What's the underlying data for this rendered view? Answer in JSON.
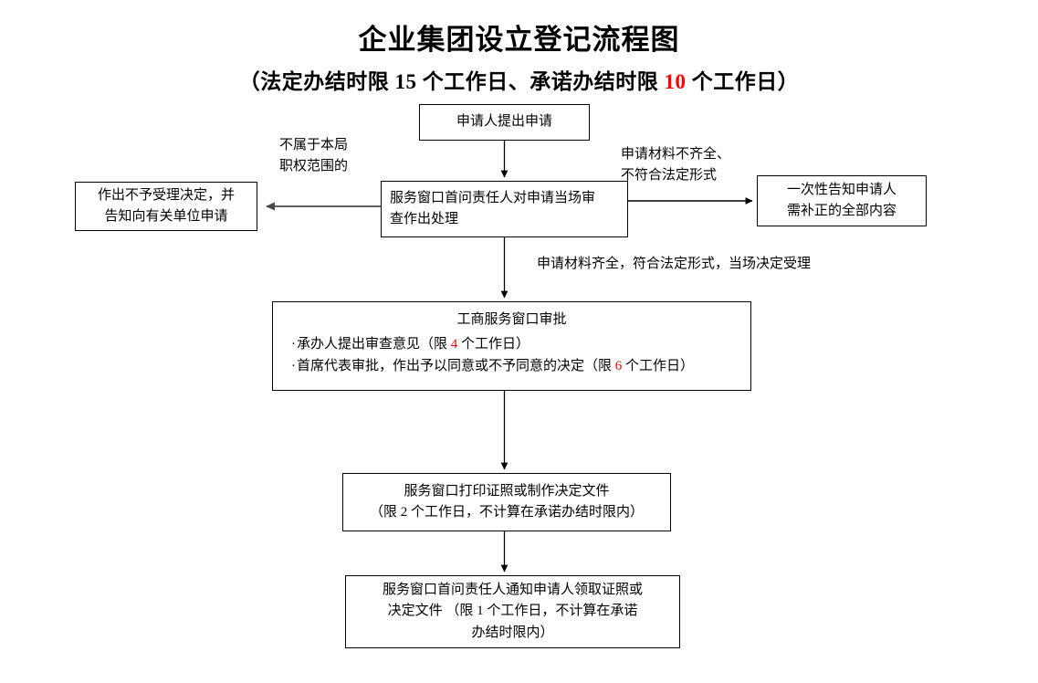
{
  "header": {
    "title": "企业集团设立登记流程图",
    "subtitle_prefix": "（法定办结时限 15 个工作日、承诺办结时限 ",
    "subtitle_highlight": "10",
    "subtitle_suffix": " 个工作日）",
    "highlight_color": "#ff0000"
  },
  "nodes": {
    "apply": {
      "name": "申请人提出申请",
      "lines": [
        "申请人提出申请"
      ]
    },
    "reject": {
      "name": "作出不予受理决定",
      "lines": [
        "作出不予受理决定，并",
        "告知向有关单位申请"
      ]
    },
    "first_desk_review": {
      "name": "服务窗口首问责任人审查",
      "lines": [
        "服务窗口首问责任人对申请当场审",
        "查作出处理"
      ]
    },
    "notify_supplement": {
      "name": "一次性告知补正内容",
      "lines": [
        "一次性告知申请人",
        "需补正的全部内容"
      ]
    },
    "approval": {
      "heading": "工商服务窗口审批",
      "bullets": [
        {
          "dot": "·",
          "prefix": "承办人提出审查意见（限 ",
          "days": "4",
          "suffix": " 个工作日）"
        },
        {
          "dot": "·",
          "prefix": "首席代表审批，作出予以同意或不予同意的决定（限 ",
          "days": "6",
          "suffix": " 个工作日）"
        }
      ],
      "days_color": "#ff0000"
    },
    "print": {
      "name": "服务窗口打印证照或制作决定文件",
      "lines": [
        "服务窗口打印证照或制作决定文件",
        "（限 2 个工作日，不计算在承诺办结时限内）"
      ]
    },
    "deliver": {
      "name": "通知申请人领取证照",
      "lines": [
        "服务窗口首问责任人通知申请人领取证照或",
        "决定文件  （限 1 个工作日，不计算在承诺",
        "办结时限内）"
      ]
    }
  },
  "edge_labels": {
    "not_jurisdiction": [
      "不属于本局",
      "职权范围的"
    ],
    "incomplete": [
      "申请材料不齐全、",
      "不符合法定形式"
    ],
    "complete": [
      "申请材料齐全，符合法定形式，当场决定受理"
    ]
  },
  "arrows": {
    "apply_to_review": "down-arrow",
    "review_to_reject": "left-arrow",
    "review_to_notify": "right-arrow",
    "review_to_approval": "down-arrow",
    "approval_to_print": "down-arrow",
    "print_to_deliver": "down-arrow"
  },
  "colors": {
    "line_black": "#000000",
    "line_gray": "#595959",
    "background": "#ffffff"
  }
}
